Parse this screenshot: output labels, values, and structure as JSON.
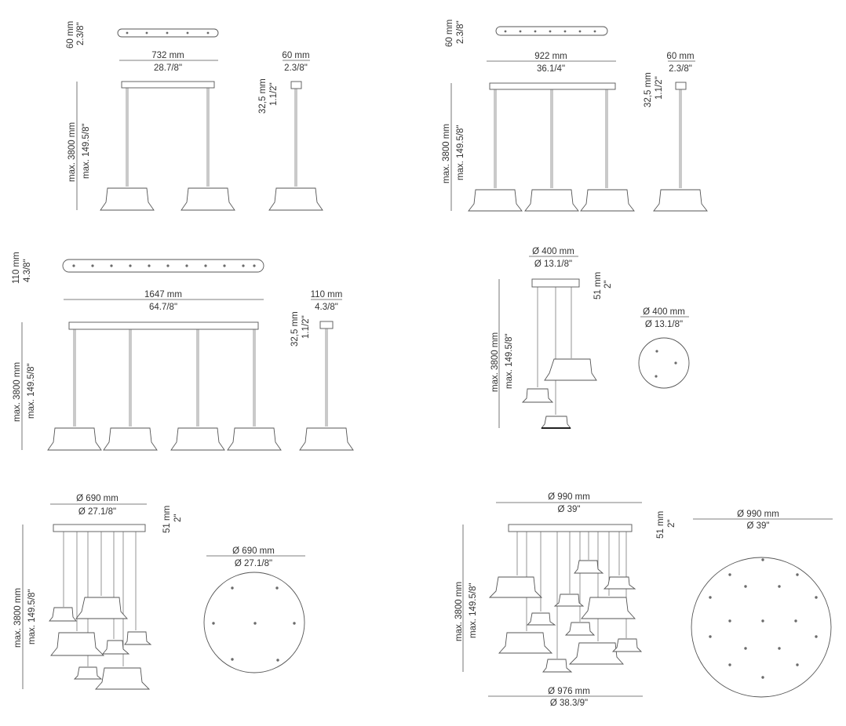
{
  "colors": {
    "line": "#555555",
    "text": "#333333",
    "background": "#ffffff"
  },
  "panels": {
    "p2": {
      "canopy_height": {
        "mm": "60 mm",
        "in": "2.3/8\""
      },
      "width": {
        "mm": "732 mm",
        "in": "28.7/8\""
      },
      "side_width": {
        "mm": "60 mm",
        "in": "2.3/8\""
      },
      "side_height": {
        "mm": "32,5 mm",
        "in": "1.1/2\""
      },
      "drop": {
        "mm": "max. 3800 mm",
        "in": "max. 149.5/8\""
      }
    },
    "p3": {
      "canopy_height": {
        "mm": "60 mm",
        "in": "2.3/8\""
      },
      "width": {
        "mm": "922 mm",
        "in": "36.1/4\""
      },
      "side_width": {
        "mm": "60 mm",
        "in": "2.3/8\""
      },
      "side_height": {
        "mm": "32,5 mm",
        "in": "1.1/2\""
      },
      "drop": {
        "mm": "max. 3800 mm",
        "in": "max. 149.5/8\""
      }
    },
    "p4": {
      "canopy_height": {
        "mm": "110 mm",
        "in": "4.3/8\""
      },
      "width": {
        "mm": "1647 mm",
        "in": "64.7/8\""
      },
      "side_width": {
        "mm": "110 mm",
        "in": "4.3/8\""
      },
      "side_height": {
        "mm": "32,5 mm",
        "in": "1.1/2\""
      },
      "drop": {
        "mm": "max. 3800 mm",
        "in": "max. 149.5/8\""
      }
    },
    "r3": {
      "diameter": {
        "mm": "Ø 400 mm",
        "in": "Ø 13.1/8\""
      },
      "plan_diameter": {
        "mm": "Ø 400 mm",
        "in": "Ø 13.1/8\""
      },
      "canopy_height": {
        "mm": "51 mm",
        "in": "2\""
      },
      "drop": {
        "mm": "max. 3800 mm",
        "in": "max. 149.5/8\""
      }
    },
    "r7": {
      "diameter": {
        "mm": "Ø 690 mm",
        "in": "Ø 27.1/8\""
      },
      "plan_diameter": {
        "mm": "Ø 690 mm",
        "in": "Ø 27.1/8\""
      },
      "canopy_height": {
        "mm": "51 mm",
        "in": "2\""
      },
      "drop": {
        "mm": "max. 3800 mm",
        "in": "max. 149.5/8\""
      }
    },
    "r14": {
      "diameter": {
        "mm": "Ø 990 mm",
        "in": "Ø 39\""
      },
      "plan_diameter": {
        "mm": "Ø 990 mm",
        "in": "Ø 39\""
      },
      "spread": {
        "mm": "Ø 976 mm",
        "in": "Ø 38.3/9\""
      },
      "canopy_height": {
        "mm": "51 mm",
        "in": "2\""
      },
      "drop": {
        "mm": "max. 3800 mm",
        "in": "max. 149.5/8\""
      }
    }
  }
}
